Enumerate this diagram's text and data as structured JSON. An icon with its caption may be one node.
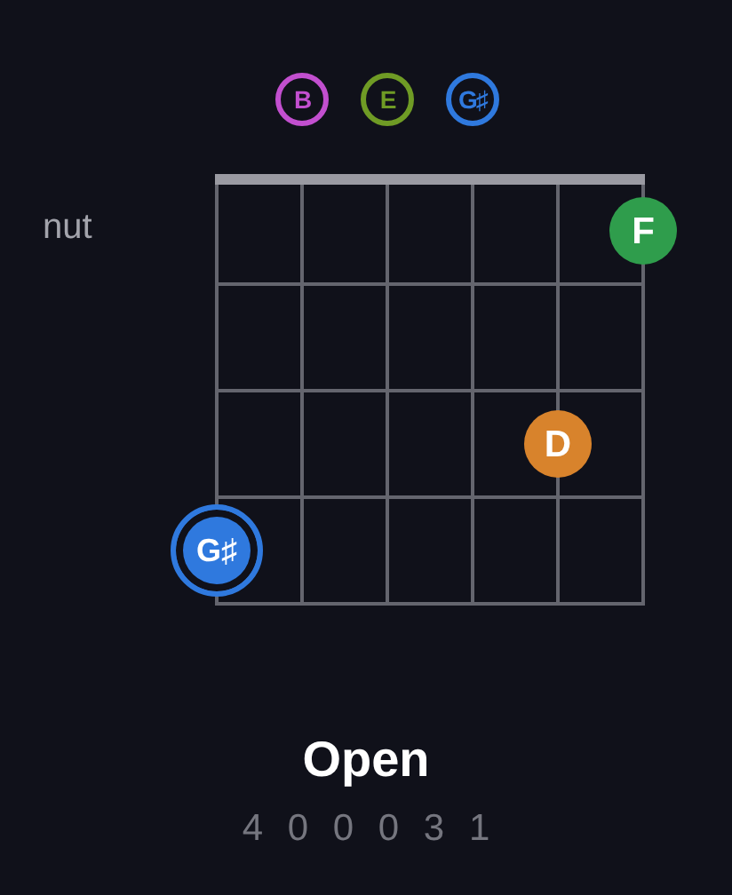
{
  "diagram": {
    "title": "Open",
    "nodes": [
      {
        "text": [
          "B"
        ]
      },
      {
        "text": [
          "E"
        ]
      },
      {
        "text": [
          "G♯"
        ]
      },
      {
        "text": [
          "F"
        ]
      },
      {
        "text": [
          "D"
        ]
      },
      {
        "text": [
          "G♯"
        ]
      }
    ],
    "labels": [
      "nut",
      "4 0 0 0 3 1"
    ]
  }
}
